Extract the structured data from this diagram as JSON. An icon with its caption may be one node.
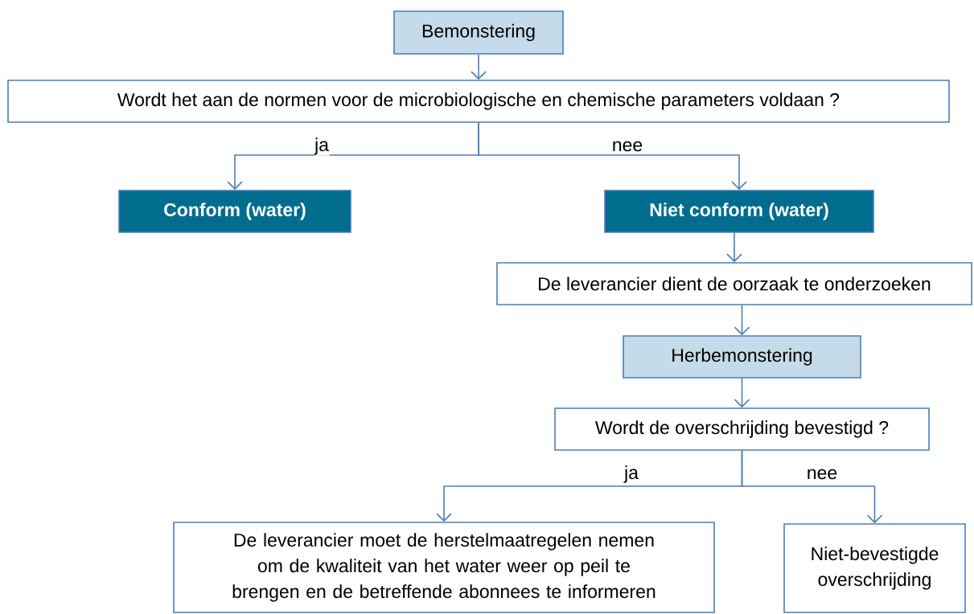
{
  "diagram": {
    "nodes": [
      {
        "text": [
          "Bemonstering"
        ]
      },
      {
        "text": [
          "Wordt het aan de normen voor de microbiologische en chemische parameters voldaan ?"
        ]
      },
      {
        "text": [
          "Conform (water)"
        ]
      },
      {
        "text": [
          "Niet conform (water)"
        ]
      },
      {
        "text": [
          "De leverancier dient de oorzaak te onderzoeken"
        ]
      },
      {
        "text": [
          "Herbemonstering"
        ]
      },
      {
        "text": [
          "Wordt de overschrijding bevestigd ?"
        ]
      },
      {
        "text": [
          "De leverancier moet de herstelmaatregelen nemen om de kwaliteit van het water weer op peil te brengen en de betreffende abonnees te informeren"
        ]
      },
      {
        "text": [
          "Niet-bevestigde overschrijding"
        ]
      }
    ],
    "edges": [
      {
        "from": 0,
        "to": 1,
        "arrow": "to"
      },
      {
        "from": 1,
        "to": 2,
        "arrow": "to",
        "label": "ja"
      },
      {
        "from": 1,
        "to": 3,
        "arrow": "to",
        "label": "nee"
      },
      {
        "from": 3,
        "to": 4,
        "arrow": "to"
      },
      {
        "from": 4,
        "to": 5,
        "arrow": "to"
      },
      {
        "from": 5,
        "to": 6,
        "arrow": "to"
      },
      {
        "from": 6,
        "to": 7,
        "arrow": "to",
        "label": "ja"
      },
      {
        "from": 6,
        "to": 8,
        "arrow": "to",
        "label": "nee"
      }
    ]
  }
}
